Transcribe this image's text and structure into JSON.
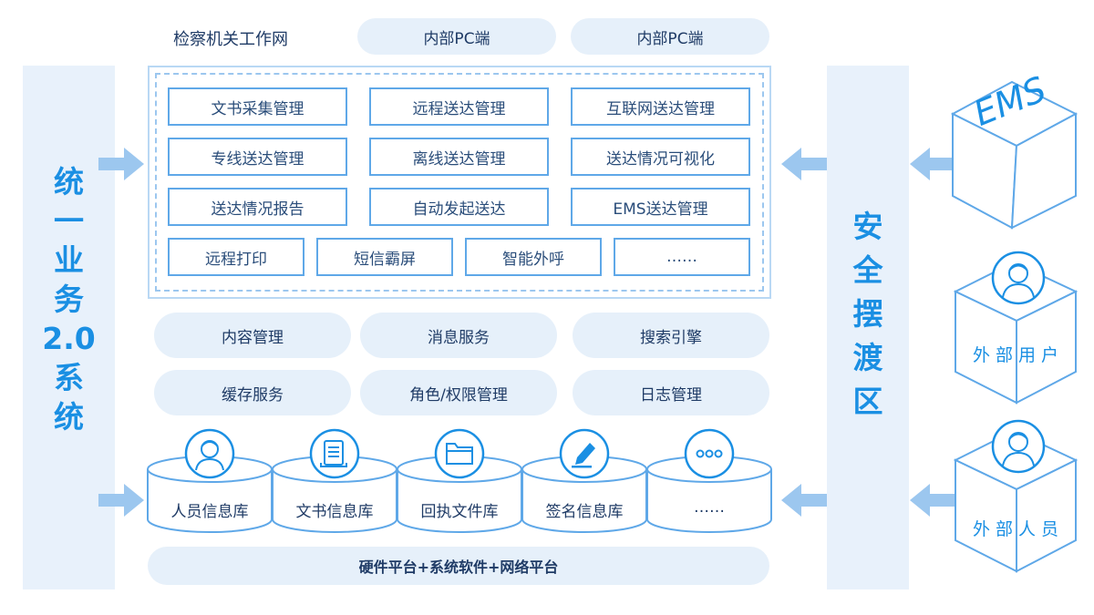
{
  "header": {
    "title": "检察机关工作网",
    "pill_left": "内部PC端",
    "pill_right": "内部PC端"
  },
  "left_column": {
    "chars": [
      "统",
      "一",
      "业",
      "务",
      "2.0",
      "系",
      "统"
    ]
  },
  "right_column": {
    "chars": [
      "安",
      "全",
      "摆",
      "渡",
      "区"
    ]
  },
  "modules": {
    "row1": [
      "文书采集管理",
      "远程送达管理",
      "互联网送达管理"
    ],
    "row2": [
      "专线送达管理",
      "离线送达管理",
      "送达情况可视化"
    ],
    "row3": [
      "送达情况报告",
      "自动发起送达",
      "EMS送达管理"
    ],
    "row4": [
      "远程打印",
      "短信霸屏",
      "智能外呼",
      "……"
    ]
  },
  "services": {
    "row1": [
      "内容管理",
      "消息服务",
      "搜索引擎"
    ],
    "row2": [
      "缓存服务",
      "角色/权限管理",
      "日志管理"
    ]
  },
  "databases": [
    {
      "label": "人员信息库",
      "icon": "person-icon"
    },
    {
      "label": "文书信息库",
      "icon": "document-icon"
    },
    {
      "label": "回执文件库",
      "icon": "folder-icon"
    },
    {
      "label": "签名信息库",
      "icon": "pen-icon"
    },
    {
      "label": "……",
      "icon": "more-icon"
    }
  ],
  "base_platform": "硬件平台+系统软件+网络平台",
  "external": {
    "ems": "EMS",
    "user": "外部用户",
    "person": "外部人员"
  },
  "colors": {
    "accent": "#1a8fe3",
    "line": "#5fa8e8",
    "pill_bg": "#e6f0fa",
    "arrow": "#9cc7ef"
  }
}
